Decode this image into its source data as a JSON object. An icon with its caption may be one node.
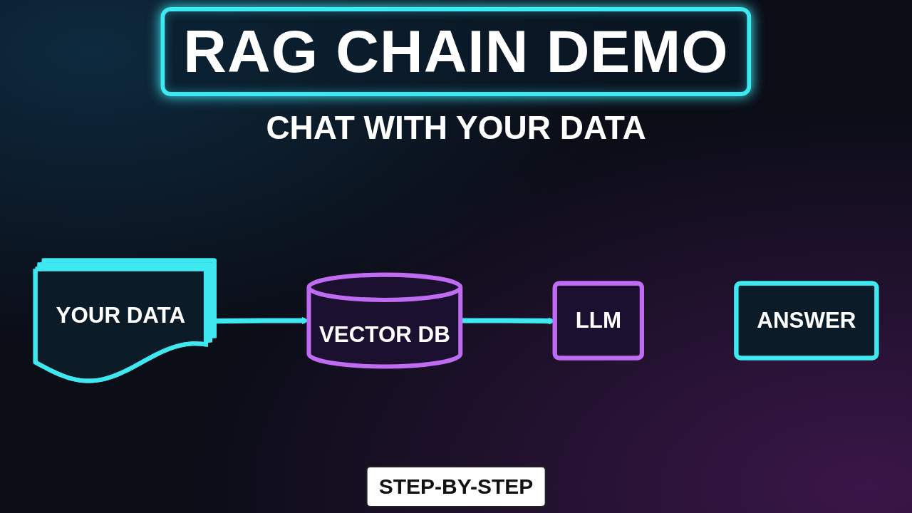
{
  "diagram": {
    "title": "RAG CHAIN DEMO",
    "nodes": [
      {
        "text": [
          "YOUR DATA"
        ]
      },
      {
        "text": [
          "VECTOR DB"
        ]
      },
      {
        "text": [
          "LLM"
        ]
      },
      {
        "text": [
          "ANSWER"
        ]
      }
    ],
    "edges": [
      {
        "from": 0,
        "to": 1,
        "arrow": "to"
      },
      {
        "from": 1,
        "to": 2,
        "arrow": "to"
      }
    ],
    "labels": [
      "CHAT WITH YOUR DATA",
      "STEP-BY-STEP"
    ]
  }
}
